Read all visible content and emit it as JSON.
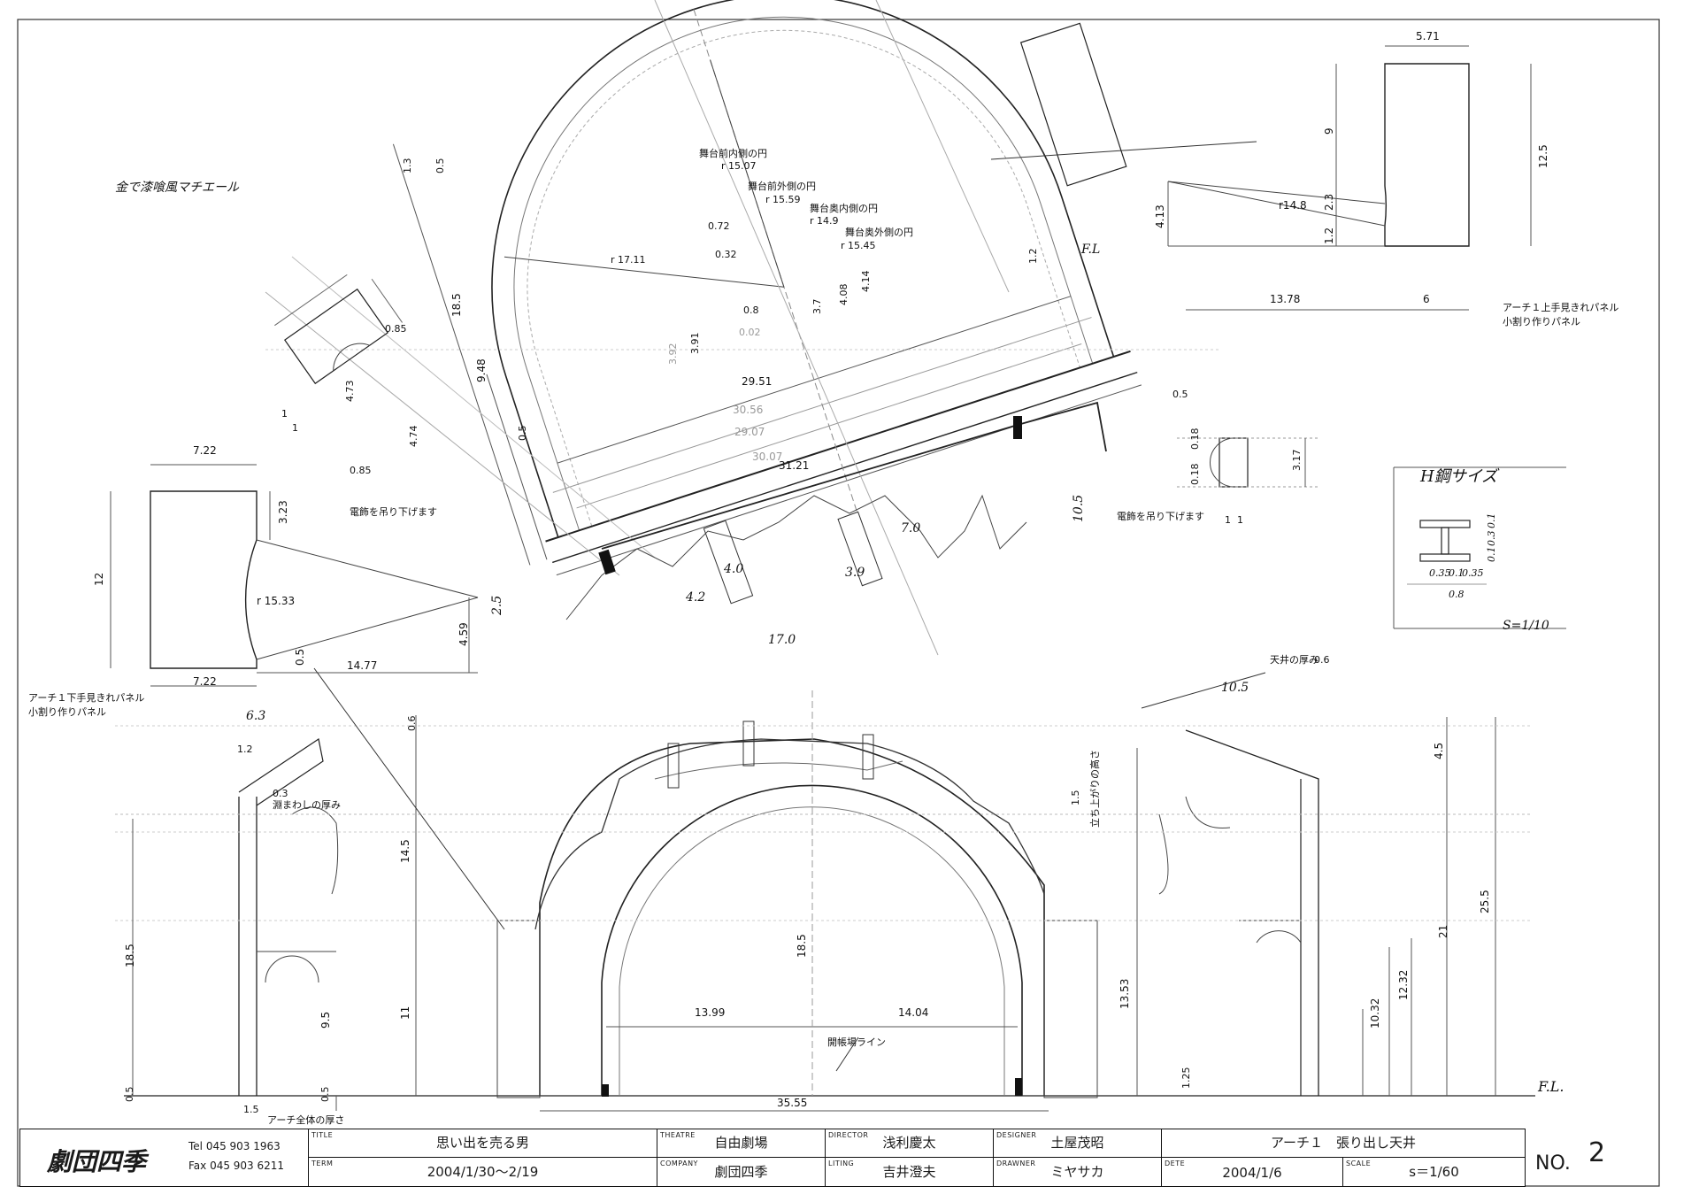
{
  "header_note": "金で漆喰風マチエール",
  "right_panel": {
    "w_top": "5.71",
    "h_total": "12.5",
    "h_upper": "9",
    "h_mid": "2.3",
    "h_low": "1.2",
    "left_h": "4.13",
    "radius": "r14.8",
    "w_left": "13.78",
    "w_right": "6",
    "caption1": "アーチ１上手見きれパネル",
    "caption2": "小割り作りパネル"
  },
  "left_panel": {
    "w_top": "7.22",
    "w_bottom": "7.22",
    "h_total": "12",
    "h_top": "3.23",
    "h_bottom": "4.59",
    "radius": "r  15.33",
    "offset": "0.5",
    "depth": "14.77",
    "caption1": "アーチ１下手見きれパネル",
    "caption2": "小割り作りパネル"
  },
  "plan": {
    "r1_label": "舞台前内側の円",
    "r1": "r 15.07",
    "r2_label": "舞台前外側の円",
    "r2": "r 15.59",
    "r3_label": "舞台奥内側の円",
    "r3": "r 14.9",
    "r4_label": "舞台奥外側の円",
    "r4": "r 15.45",
    "r_outer": "r 17.11",
    "d072": "0.72",
    "d032": "0.32",
    "d08": "0.8",
    "d002": "0.02",
    "d37": "3.7",
    "d408": "4.08",
    "d414": "4.14",
    "d391": "3.91",
    "d392": "3.92",
    "d2951": "29.51",
    "d3056": "30.56",
    "d2907": "29.07",
    "d3007": "30.07",
    "d3121": "31.21",
    "d185": "18.5",
    "d948": "9.48",
    "d13": "1.3",
    "d05a": "0.5",
    "d05b": "0.5",
    "d12": "1.2",
    "fl": "F.L",
    "d40": "4.0",
    "d42": "4.2",
    "d39": "3.9",
    "d70": "7.0",
    "d170": "17.0",
    "d25": "2.5",
    "d105": "10.5"
  },
  "small_detail": {
    "d085a": "0.85",
    "d473": "4.73",
    "d474": "4.74",
    "d085b": "0.85",
    "d1a": "1",
    "d1b": "1",
    "note": "電飾を吊り下げます"
  },
  "clamp_detail": {
    "d05": "0.5",
    "d018a": "0.18",
    "d018b": "0.18",
    "d317": "3.17",
    "d1a": "1",
    "d1b": "1",
    "note": "電飾を吊り下げます"
  },
  "h_steel": {
    "title": "H鋼サイズ",
    "d01a": "0.1",
    "d03": "0.3",
    "d01b": "0.1",
    "d035a": "0.35",
    "d01c": "0.1",
    "d035b": "0.35",
    "d08": "0.8",
    "scale": "S=1/10"
  },
  "elevation": {
    "d63": "6.3",
    "d12": "1.2",
    "d03": "0.3",
    "d03_note": "淵まわしの厚み",
    "d06": "0.6",
    "d145": "14.5",
    "d11": "11",
    "d185a": "18.5",
    "d95": "9.5",
    "d05a": "0.5",
    "d05b": "0.5",
    "d185b": "18.5",
    "d15": "1.5",
    "d15_note": "アーチ全体の厚さ",
    "d1399": "13.99",
    "d1404": "14.04",
    "curtain": "開帳場ライン",
    "d3555": "35.55",
    "d15b": "1.5",
    "rise_note": "立ち上がりの高さ",
    "d1353": "13.53",
    "d125": "1.25",
    "ceiling_note": "天井の厚み",
    "ceiling_value": "0.6",
    "d105": "10.5",
    "d45": "4.5",
    "d255": "25.5",
    "d21": "21",
    "d1032": "10.32",
    "d1232": "12.32",
    "fl": "F.L."
  },
  "title_block": {
    "logo": "劇団四季",
    "tel": "Tel 045 903 1963",
    "fax": "Fax 045 903 6211",
    "title_cap": "TITLE",
    "title": "思い出を売る男",
    "term_cap": "TERM",
    "term": "2004/1/30〜2/19",
    "theatre_cap": "THEATRE",
    "theatre": "自由劇場",
    "company_cap": "COMPANY",
    "company": "劇団四季",
    "director_cap": "DIRECTOR",
    "director": "浅利慶太",
    "liting_cap": "LITING",
    "liting": "吉井澄夫",
    "designer_cap": "DESIGNER",
    "designer": "土屋茂昭",
    "drawner_cap": "DRAWNER",
    "drawner": "ミヤサカ",
    "subject": "アーチ１　張り出し天井",
    "dete_cap": "DETE",
    "dete": "2004/1/6",
    "scale_cap": "SCALE",
    "scale": "s＝1/60",
    "no_label": "NO.",
    "no_value": "2"
  }
}
